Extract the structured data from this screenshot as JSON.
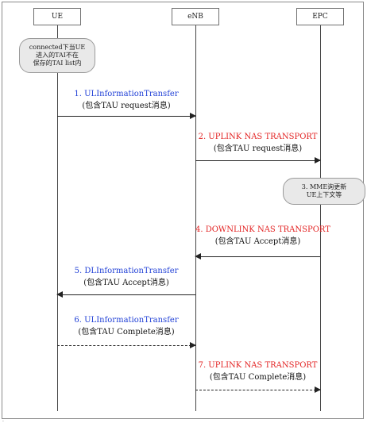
{
  "entities": {
    "ue": "UE",
    "enb": "eNB",
    "epc": "EPC"
  },
  "notes": {
    "ue_note_lines": [
      "connected下当UE",
      "进入的TAI不在",
      "保存的TAI list内"
    ],
    "mme_note_lines": [
      "3. MME询更新",
      "UE上下文等"
    ]
  },
  "messages": [
    {
      "title": "1. ULInformationTransfer",
      "sub": "(包含TAU request消息)",
      "color": "#1f3fd6",
      "from": "UE",
      "to": "eNB",
      "dashed": false
    },
    {
      "title": "2. UPLINK NAS TRANSPORT",
      "sub": "(包含TAU request消息)",
      "color": "#e32424",
      "from": "eNB",
      "to": "EPC",
      "dashed": false
    },
    {
      "title": "4. DOWNLINK NAS TRANSPORT",
      "sub": "(包含TAU Accept消息)",
      "color": "#e32424",
      "from": "EPC",
      "to": "eNB",
      "dashed": false
    },
    {
      "title": "5. DLInformationTransfer",
      "sub": "(包含TAU Accept消息)",
      "color": "#1f3fd6",
      "from": "eNB",
      "to": "UE",
      "dashed": false
    },
    {
      "title": "6. ULInformationTransfer",
      "sub": "(包含TAU Complete消息)",
      "color": "#1f3fd6",
      "from": "UE",
      "to": "eNB",
      "dashed": true
    },
    {
      "title": "7. UPLINK NAS TRANSPORT",
      "sub": "(包含TAU Complete消息)",
      "color": "#e32424",
      "from": "eNB",
      "to": "EPC",
      "dashed": true
    }
  ],
  "colors": {
    "blue": "#1f3fd6",
    "red": "#e32424",
    "note_fill": "#e9e9e9"
  },
  "footer_mark": "."
}
